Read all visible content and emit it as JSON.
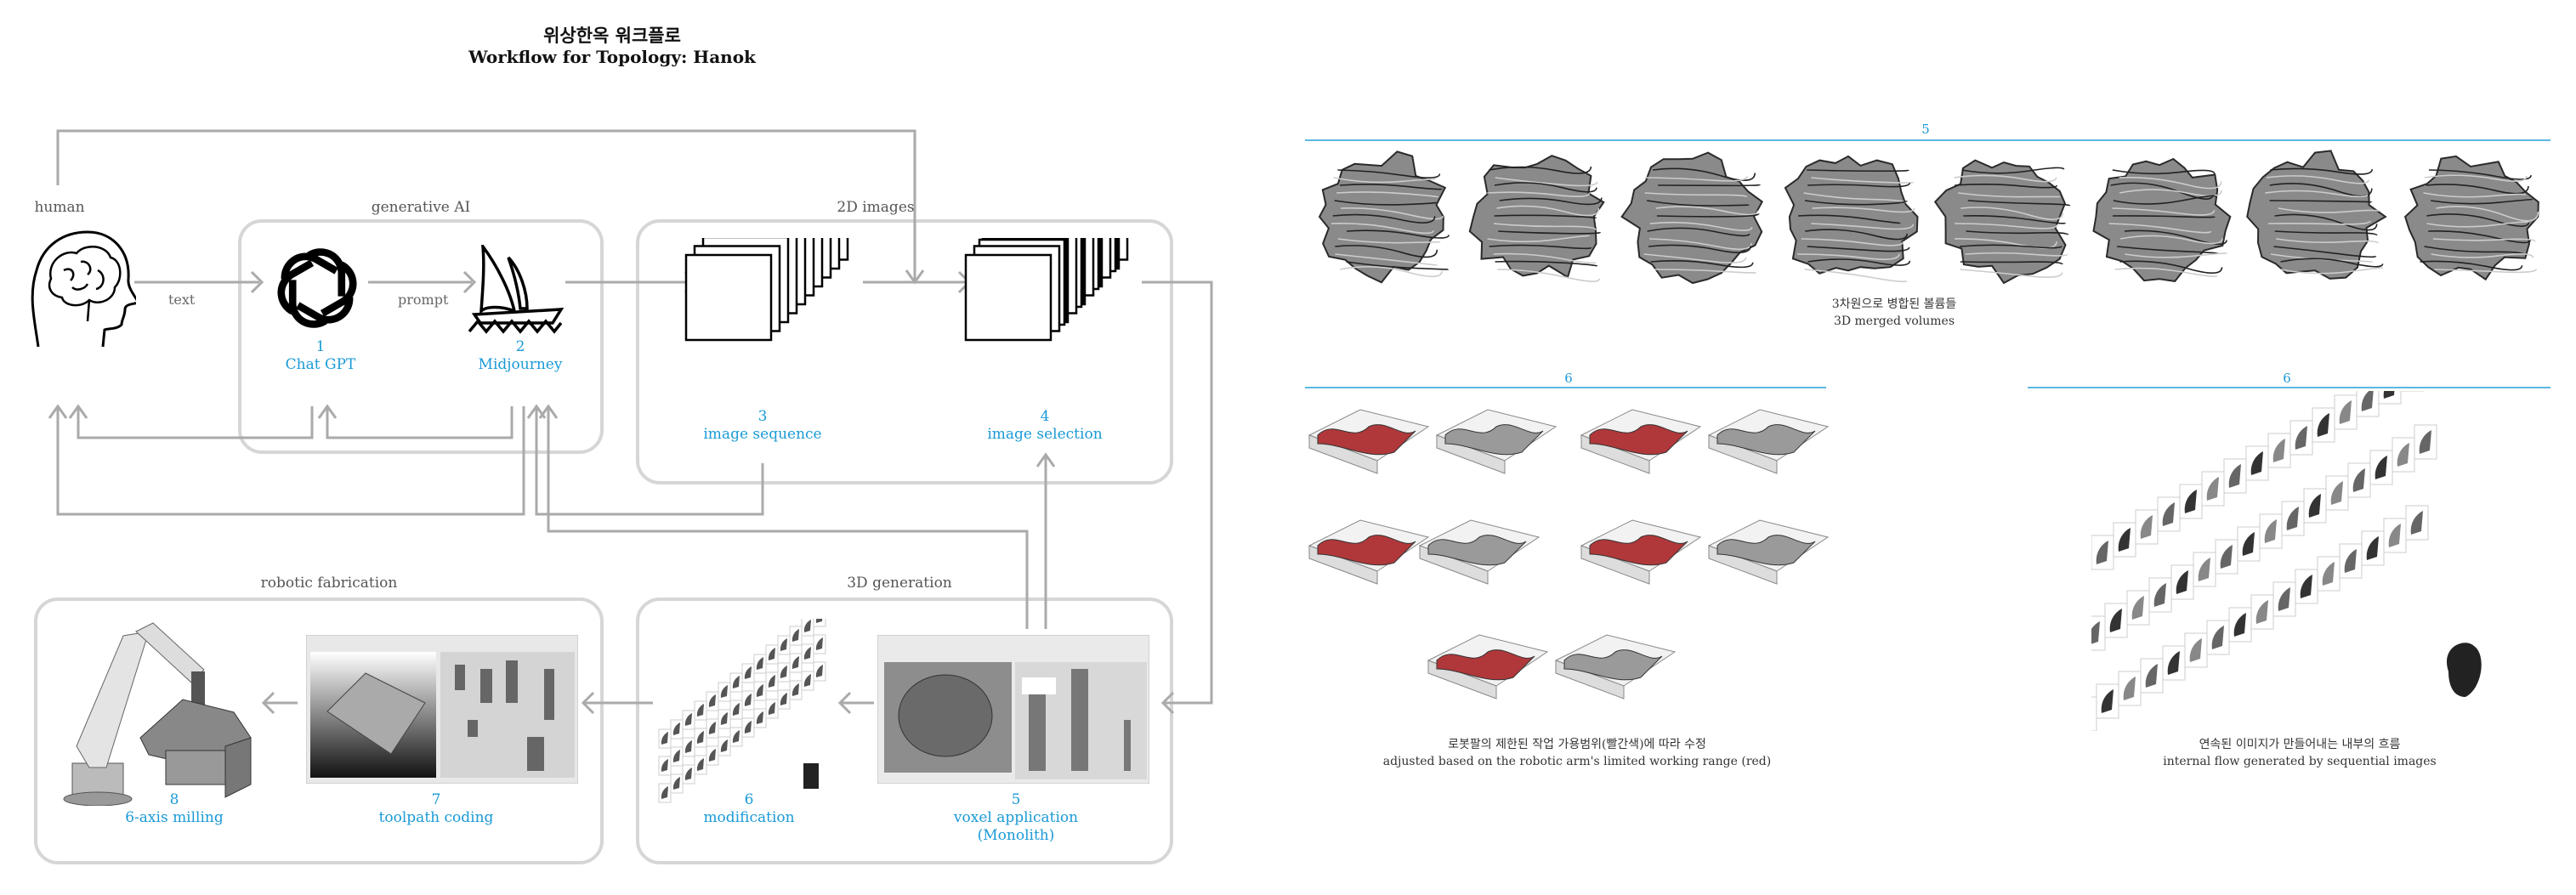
{
  "title": {
    "korean": "위상한옥 워크플로",
    "english": "Workflow for Topology: Hanok"
  },
  "groups": {
    "human": "human",
    "generative_ai": "generative AI",
    "images_2d": "2D images",
    "robotic_fabrication": "robotic fabrication",
    "generation_3d": "3D generation"
  },
  "edges": {
    "text": "text",
    "prompt": "prompt"
  },
  "steps": [
    {
      "number": "1",
      "label": "Chat GPT"
    },
    {
      "number": "2",
      "label": "Midjourney"
    },
    {
      "number": "3",
      "label": "image sequence"
    },
    {
      "number": "4",
      "label": "image selection"
    },
    {
      "number": "5",
      "label": "voxel application",
      "sub": "(Monolith)"
    },
    {
      "number": "6",
      "label": "modification"
    },
    {
      "number": "7",
      "label": "toolpath coding"
    },
    {
      "number": "8",
      "label": "6-axis milling"
    }
  ],
  "panels": {
    "volumes": {
      "number": "5",
      "caption_ko": "3차원으로 병합된 볼륨들",
      "caption_en": "3D merged volumes"
    },
    "adjusted": {
      "number": "6",
      "caption_ko": "로봇팔의 제한된 작업 가용범위(빨간색)에 따라 수정",
      "caption_en": "adjusted based on the robotic arm's limited working range (red)"
    },
    "internal": {
      "number": "6",
      "caption_ko": "연속된 이미지가 만들어내는 내부의 흐름",
      "caption_en": "internal flow generated by sequential images"
    }
  },
  "colors": {
    "accent": "#1a9ad6",
    "rule": "#5bb8e2",
    "box": "#d6d6d6",
    "arrow": "#aaaaaa",
    "red": "#b0383a"
  },
  "icons": [
    "brain-head-icon",
    "chatgpt-logo-icon",
    "midjourney-sailboat-icon",
    "image-stack-icon",
    "image-selection-stack-icon"
  ]
}
